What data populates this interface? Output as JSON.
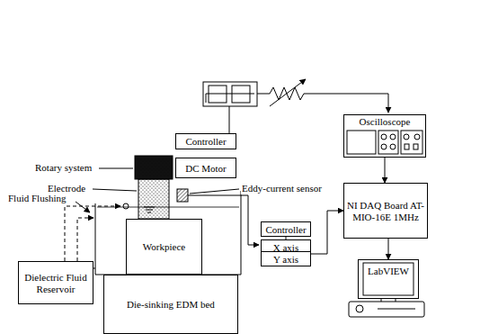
{
  "diagram": {
    "nodes": [
      {
        "text": [
          "Controller"
        ]
      },
      {
        "text": [
          "DC Motor"
        ]
      },
      {
        "text": [
          "Oscilloscope"
        ]
      },
      {
        "text": [
          "Controller"
        ]
      },
      {
        "text": [
          "X axis"
        ]
      },
      {
        "text": [
          "Y axis"
        ]
      },
      {
        "text": [
          "NI DAQ Board AT-MIO-16E 1MHz"
        ]
      },
      {
        "text": [
          "Workpiece"
        ]
      },
      {
        "text": [
          "LabVIEW"
        ]
      },
      {
        "text": [
          "Dielectric Fluid Reservoir"
        ]
      },
      {
        "text": [
          "Die-sinking EDM bed"
        ]
      }
    ],
    "edges": [
      {
        "from": 3,
        "to": 4,
        "arrow": "none"
      },
      {
        "from": 4,
        "to": 6,
        "arrow": "to"
      },
      {
        "from": 2,
        "to": 6,
        "arrow": "to"
      },
      {
        "from": 6,
        "to": 8,
        "arrow": "to"
      }
    ],
    "labels": [
      "Rotary system",
      "Electrode",
      "Eddy-current sensor",
      "Fluid Flushing"
    ]
  }
}
